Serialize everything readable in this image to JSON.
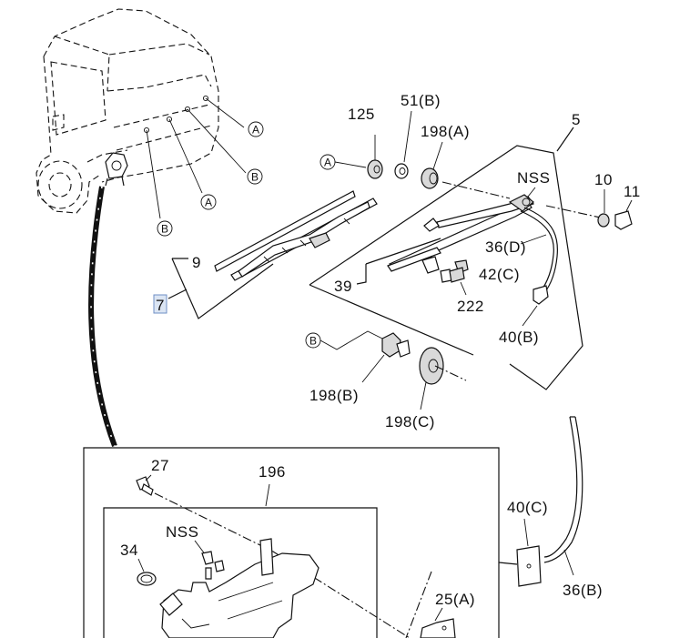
{
  "callouts": {
    "c7": "7",
    "c9": "9",
    "c125": "125",
    "c51b": "51(B)",
    "c198a": "198(A)",
    "c5": "5",
    "cnss_top": "NSS",
    "c10": "10",
    "c11": "11",
    "c36d": "36(D)",
    "c39": "39",
    "c42c": "42(C)",
    "c222": "222",
    "c40b": "40(B)",
    "c198b": "198(B)",
    "c198c": "198(C)",
    "c27": "27",
    "c196": "196",
    "c34": "34",
    "cnss_bottom": "NSS",
    "c40c": "40(C)",
    "c25a": "25(A)",
    "c36b": "36(B)"
  },
  "reference_marks": {
    "a": "A",
    "b": "B"
  },
  "colors": {
    "line": "#111111",
    "highlight": "#dbe5f3"
  }
}
